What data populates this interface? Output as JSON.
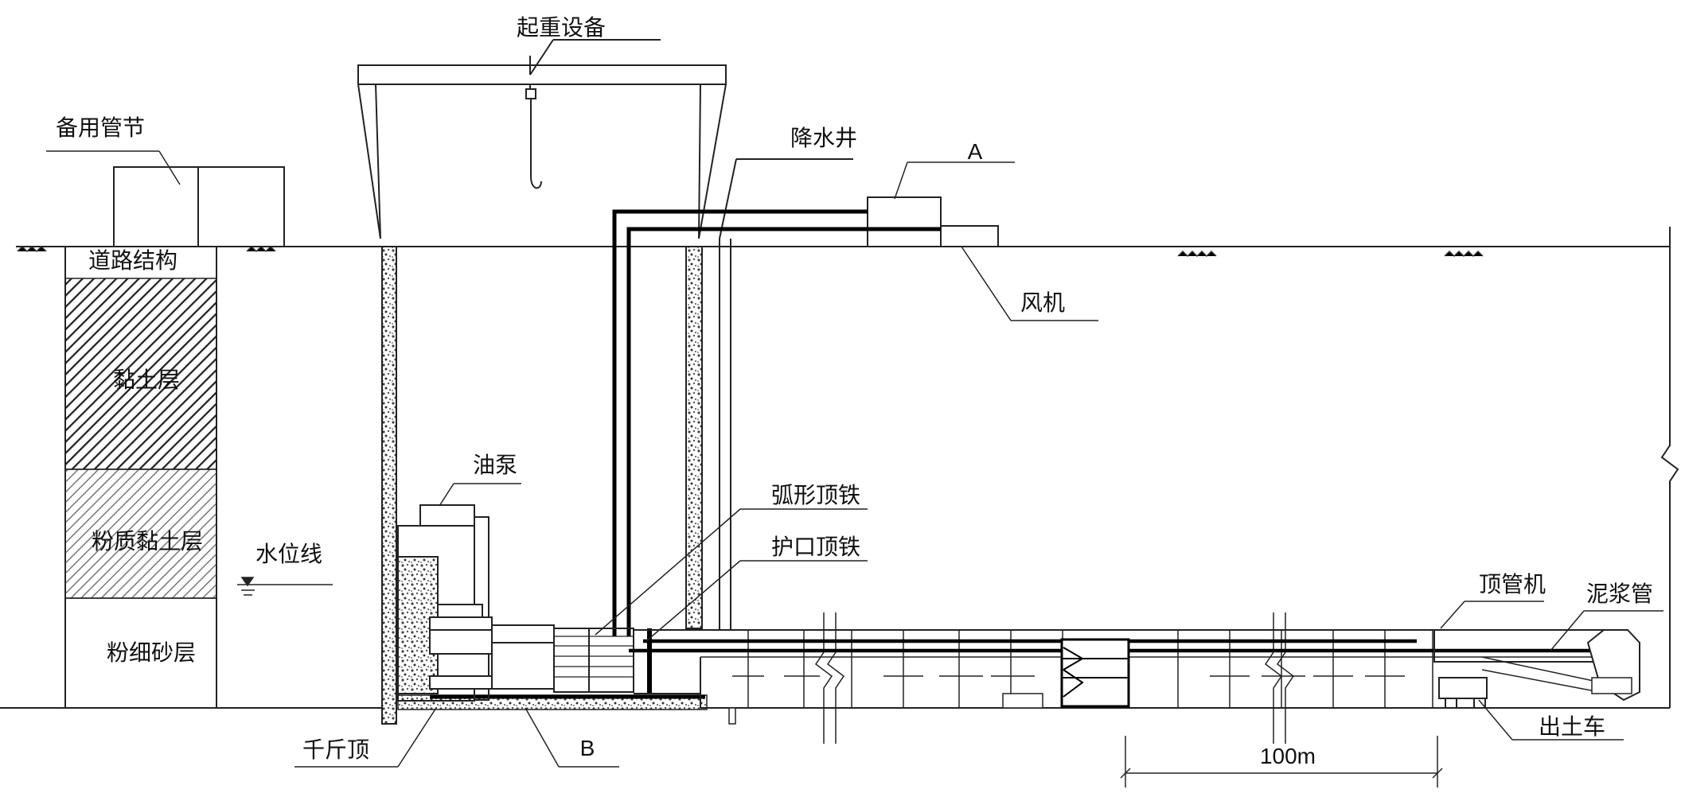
{
  "labels": {
    "crane": "起重设备",
    "spare_pipe": "备用管节",
    "dewatering_well": "降水井",
    "point_a": "A",
    "road_structure": "道路结构",
    "fan": "风机",
    "clay_layer": "黏土层",
    "oil_pump": "油泵",
    "arc_jacking_iron": "弧形顶铁",
    "silty_clay_layer": "粉质黏土层",
    "water_level": "水位线",
    "collar_jacking_iron": "护口顶铁",
    "pipe_jacking_machine": "顶管机",
    "slurry_pipe": "泥浆管",
    "fine_sand_layer": "粉细砂层",
    "jack": "千斤顶",
    "point_b": "B",
    "spoil_cart": "出土车",
    "dimension": "100m"
  },
  "icons": {
    "water_level_marker": "water-level-triangle-icon",
    "crane_hook": "crane-hook-icon"
  }
}
